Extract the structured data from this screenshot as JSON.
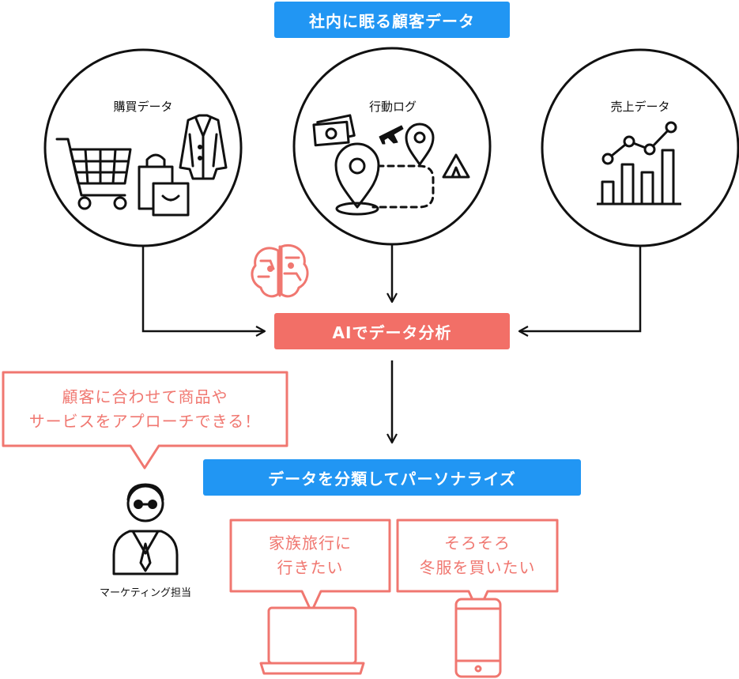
{
  "header": {
    "title": "社内に眠る顧客データ"
  },
  "sources": [
    {
      "label": "購買データ",
      "icon": "shopping-icon"
    },
    {
      "label": "行動ログ",
      "icon": "travel-icon"
    },
    {
      "label": "売上データ",
      "icon": "sales-chart-icon"
    }
  ],
  "analysis": {
    "label": "AIでデータ分析",
    "icon": "ai-brain-icon"
  },
  "marketer": {
    "bubble_line1": "顧客に合わせて商品や",
    "bubble_line2": "サービスをアプローチできる！",
    "label": "マーケティング担当",
    "icon": "businessman-icon"
  },
  "personalize": {
    "label": "データを分類してパーソナライズ"
  },
  "customers": [
    {
      "line1": "家族旅行に",
      "line2": "行きたい",
      "device": "laptop-icon"
    },
    {
      "line1": "そろそろ",
      "line2": "冬服を買いたい",
      "device": "smartphone-icon"
    }
  ],
  "colors": {
    "blue": "#2196f3",
    "coral": "#f26f67",
    "dark": "#111111"
  }
}
